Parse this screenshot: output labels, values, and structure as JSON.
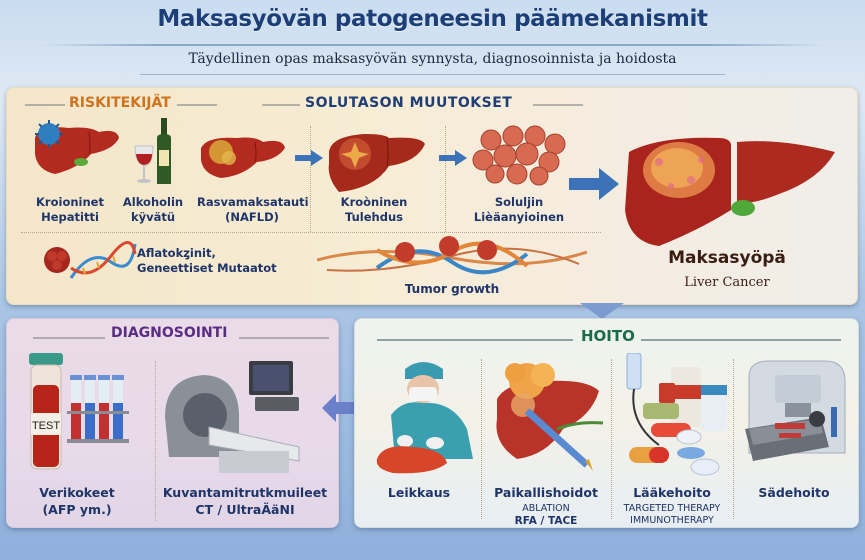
{
  "header": {
    "title": "Maksasyövän patogeneesin päämekanismit",
    "subtitle": "Täydellinen opas maksasyövän synnysta, diagnosoinnista ja hoidosta"
  },
  "risk_factors": {
    "heading": "RISKITEKIJÄT",
    "items": [
      {
        "label_line1": "Kroioninet",
        "label_line2": "Hepatitti",
        "icon": "virus-liver-icon"
      },
      {
        "label_line1": "Alkoholin",
        "label_line2": "kÿvätü",
        "icon": "wine-bottle-icon"
      },
      {
        "label_line1": "Rasvamaksatauti",
        "label_line2": "(NAFLD)",
        "icon": "fatty-liver-icon"
      }
    ],
    "extra": {
      "label_line1": "Aflatokȥinit,",
      "label_line2": "Geneettiset Mutaatot",
      "icon": "dna-cells-icon"
    }
  },
  "cellular_changes": {
    "heading": "SOLUTASON MUUTOKSET",
    "items": [
      {
        "label_line1": "Kroòninen",
        "label_line2": "Tulehdus",
        "icon": "inflamed-liver-icon"
      },
      {
        "label_line1": "Soluljin",
        "label_line2": "Lièäanyioinen",
        "icon": "cell-cluster-icon"
      }
    ],
    "tumor_label": "Tumor growth"
  },
  "result": {
    "title": "Maksasyöpä",
    "subtitle": "Liver Cancer"
  },
  "diagnosis": {
    "heading": "DIAGNOSOINTI",
    "items": [
      {
        "label_line1": "Verikokeet",
        "label_line2": "(AFP ym.)",
        "icon": "blood-test-tubes-icon",
        "tube_label": "TEST"
      },
      {
        "label_line1": "Kuvantamitrutkmuileet",
        "label_line2": "CT / UltraÄäNI",
        "icon": "ct-scanner-icon"
      }
    ]
  },
  "treatment": {
    "heading": "HOITO",
    "items": [
      {
        "label": "Leikkaus",
        "detail_line1": "",
        "detail_line2": "",
        "icon": "surgeon-icon"
      },
      {
        "label": "Paikallishoidot",
        "detail_line1": "ABLATION",
        "detail_line2": "RFA / TACE",
        "icon": "ablation-needle-icon"
      },
      {
        "label": "Lääkehoito",
        "detail_line1": "TARGETED THERAPY",
        "detail_line2": "IMMUNOTHERAPY",
        "icon": "medication-pills-icon"
      },
      {
        "label": "Sädehoito",
        "detail_line1": "",
        "detail_line2": "",
        "icon": "radiotherapy-machine-icon"
      }
    ]
  },
  "colors": {
    "title": "#1d3f78",
    "risk_heading": "#d0731e",
    "cell_heading": "#1f3e76",
    "diag_heading": "#5a2d82",
    "treat_heading": "#1b6a4e",
    "liver": "#a8241c",
    "arrow": "#3c72b8"
  }
}
